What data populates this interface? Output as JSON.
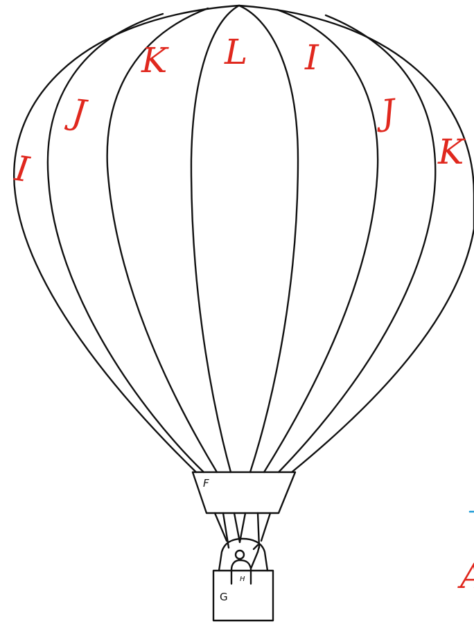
{
  "colors": {
    "outline": "#111111",
    "letters": "#e0281e",
    "accent": "#1a9ad6",
    "background": "#ffffff"
  },
  "balloon": {
    "panel_letters": [
      "I",
      "J",
      "K",
      "L",
      "I",
      "J",
      "K"
    ]
  },
  "burner": {
    "label": "F"
  },
  "basket": {
    "label": "G"
  },
  "passenger": {
    "label": "H"
  },
  "edge_letter": {
    "text": "A"
  }
}
